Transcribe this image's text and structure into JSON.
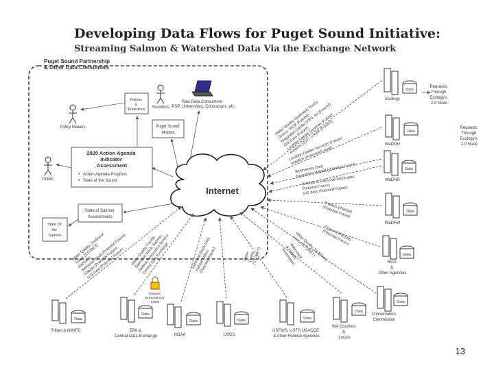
{
  "title": "Developing Data Flows for Puget Sound Initiative:",
  "subtitle": "Streaming Salmon & Watershed Data Via the Exchange Network",
  "consumers_label": [
    "Puget Sound Partnership",
    "& Other Data Consumers"
  ],
  "actors": {
    "scientists": "Scientists",
    "policy_makers": "Policy Makers",
    "public": "Public"
  },
  "raw_data_consumers": [
    "Raw Data Consumers:",
    "PSP, Universities, Contractors, etc"
  ],
  "policies": [
    "Policies",
    "&",
    "Predictions"
  ],
  "models": [
    "Puget Sound",
    "Models"
  ],
  "agenda": {
    "title": [
      "2020 Action Agenda",
      "Indicator",
      "Assessment"
    ],
    "bullets": [
      "Action Agenda Progress",
      "State of the Sound"
    ]
  },
  "salmon_assessments": [
    "State of Salmon",
    "Assessments"
  ],
  "state_of_salmon": [
    "State Of",
    "the",
    "Salmon"
  ],
  "internet": "Internet",
  "data_label": "Data",
  "right_nodes": {
    "ecology": "Ecology",
    "wadoh": "WaDOH",
    "wadnr": "WaDNR",
    "wdfw": "WaDFW",
    "rco": [
      "RCO",
      "&",
      "Other Agencies"
    ]
  },
  "bottom_nodes": {
    "tribes": "Tribes & NWIFC",
    "epa": [
      "EPA &",
      "Central Data Exchange"
    ],
    "noaa": "NOAA",
    "usgs": "USGS",
    "federal": [
      "USFWS, USFS USACOE",
      "& other Federal Agencies"
    ],
    "counties": [
      "WA Counties",
      "&",
      "Locals"
    ],
    "conservation": [
      "Conservation",
      "Commission"
    ]
  },
  "requests": {
    "ecology": [
      "Requests",
      "Through",
      "Ecology's",
      "2.0 Node"
    ],
    "wadoh": [
      "Requests",
      "Through",
      "Ecology's",
      "2.0 Node"
    ]
  },
  "secure": [
    "Cleared",
    "Extraordinary",
    "Fields"
  ],
  "flow_labels": {
    "ecology": [
      "Water Quality, Sediment, Toxics",
      "(Toxics, WQX (Future))",
      "Regulated Facility (FRS, Air (Future))",
      "GIS Data (Future)",
      "Location Feeder Services (Future)",
      "Projects (SOC, Locale (Future))"
    ],
    "wadoh": [
      "Location Feeder Services (Future)",
      "Shellfish (Potential Future)"
    ],
    "wadnr": [
      "Biodiversity Data",
      "Nearshore Habitat (Potential Future)"
    ],
    "wadnr2": [
      "Juvenile & Salmonid Stock data",
      "Potential Future)",
      "GIS data (Potential Future)"
    ],
    "wdfw": [
      "Projects (PRISM)",
      "(Potential Future)"
    ],
    "rco": [
      "Projects (PRISM)",
      "(Potential Future)"
    ],
    "counties": [
      "Water Quality, Sediment,",
      "Toxics (STORET)"
    ],
    "conservation": [
      "Watershed",
      "& Habitat",
      "Restoration"
    ],
    "federal": [
      "Water",
      "Quality",
      "(STORET)"
    ],
    "usgs": [
      "Salmonid Stock Data",
      "Habitat Status",
      "(Potential Future)"
    ],
    "noaa": [
      "Water Quality, Facility",
      "Salmonid Stock, Salmon",
      "Habitat Restoration Service",
      "Central Data Exchange"
    ],
    "tribes": [
      "Water Quality, Sediment",
      "Toxics (STORET)",
      "Habitat &",
      "Salmonid Stock (Potential Future)",
      "Habitat (Potential Future)",
      "GIS Data (Potential Future)"
    ]
  },
  "page_number": "13"
}
